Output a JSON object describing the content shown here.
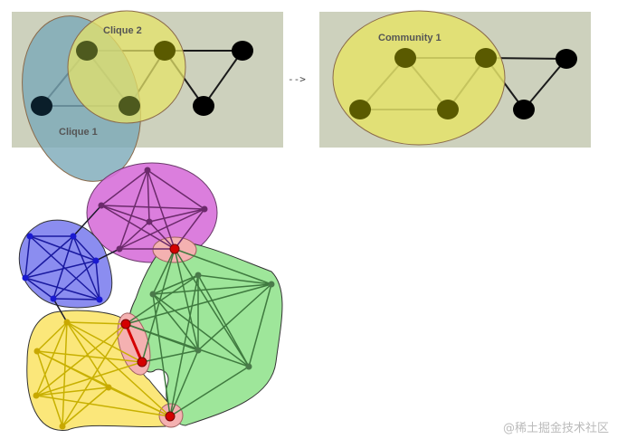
{
  "top_left": {
    "clique1_label": "Clique 1",
    "clique2_label": "Clique 2"
  },
  "arrow": "-->",
  "top_right": {
    "community_label": "Community 1"
  },
  "watermark": "@稀土掘金技术社区",
  "colors": {
    "panel_bg": "#cdd1bd",
    "clique1": "#7aa9b8",
    "clique2": "#e4e36a",
    "magenta": "#d770d9",
    "blue": "#8b8df0",
    "green": "#9ee69a",
    "yellow": "#fbe77a",
    "overlap": "#f4b1b1",
    "overlap_node": "#d40000"
  }
}
